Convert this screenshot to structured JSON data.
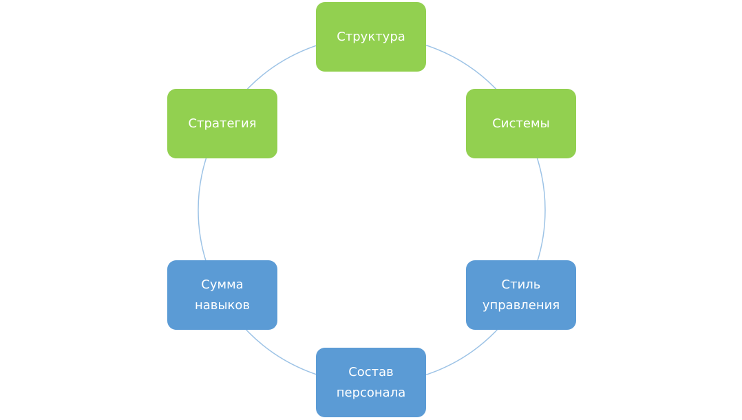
{
  "diagram": {
    "type": "cycle",
    "ring_color": "#9DC3E6",
    "colors": {
      "green": "#92D050",
      "blue": "#5B9BD5"
    },
    "nodes": [
      {
        "id": "structure",
        "lines": [
          "Структура"
        ],
        "color": "green"
      },
      {
        "id": "systems",
        "lines": [
          "Системы"
        ],
        "color": "green"
      },
      {
        "id": "style",
        "lines": [
          "Стиль",
          "управления"
        ],
        "color": "blue"
      },
      {
        "id": "staff",
        "lines": [
          "Состав",
          "персонала"
        ],
        "color": "blue"
      },
      {
        "id": "skills",
        "lines": [
          "Сумма",
          "навыков"
        ],
        "color": "blue"
      },
      {
        "id": "strategy",
        "lines": [
          "Стратегия"
        ],
        "color": "green"
      }
    ]
  }
}
